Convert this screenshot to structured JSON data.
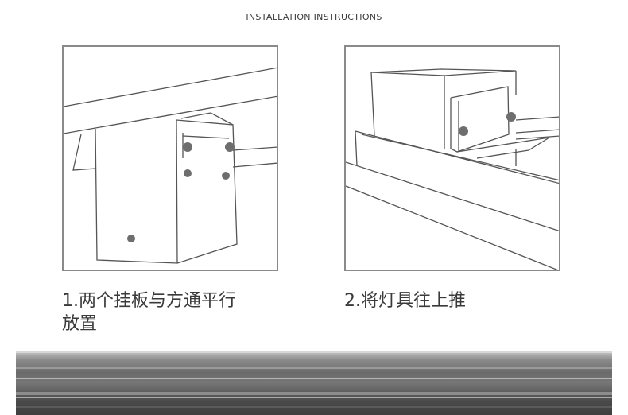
{
  "header": {
    "title": "INSTALLATION INSTRUCTIONS"
  },
  "steps": [
    {
      "caption_line1": "1.两个挂板与方通平行",
      "caption_line2": "放置"
    },
    {
      "caption_line1": "2.将灯具往上推",
      "caption_line2": ""
    }
  ],
  "colors": {
    "line": "#555555",
    "frame": "#8a8a8a",
    "screw": "#6e6e6e",
    "text": "#3a3a3a"
  }
}
